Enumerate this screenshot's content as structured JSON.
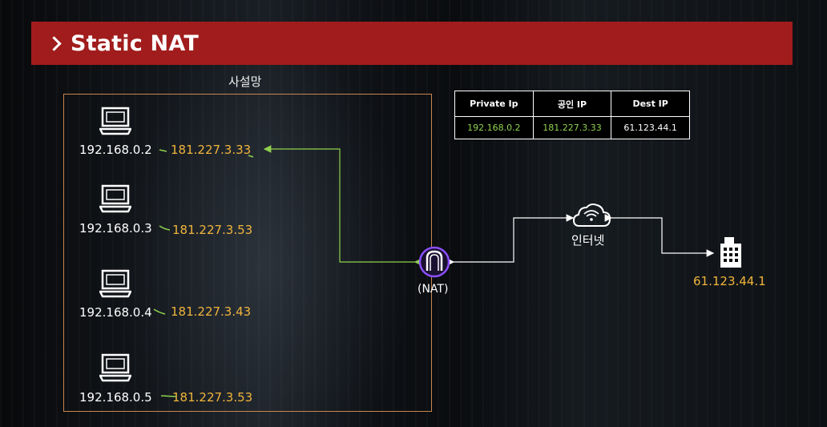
{
  "header": {
    "title": "Static NAT"
  },
  "private_network": {
    "label": "사설망",
    "hosts": [
      {
        "private_ip": "192.168.0.2",
        "public_ip": "181.227.3.33"
      },
      {
        "private_ip": "192.168.0.3",
        "public_ip": "181.227.3.53"
      },
      {
        "private_ip": "192.168.0.4",
        "public_ip": "181.227.3.43"
      },
      {
        "private_ip": "192.168.0.5",
        "public_ip": "181.227.3.53"
      }
    ]
  },
  "router": {
    "label": "(NAT)"
  },
  "internet": {
    "label": "인터넷"
  },
  "destination": {
    "ip": "61.123.44.1"
  },
  "nat_table": {
    "headers": [
      "Private Ip",
      "공인 IP",
      "Dest IP"
    ],
    "row": [
      "192.168.0.2",
      "181.227.3.33",
      "61.123.44.1"
    ]
  },
  "colors": {
    "title_bar": "#a11c1c",
    "box_border": "#c9864e",
    "public_ip": "#f0b43c",
    "green_line": "#8fd14f",
    "nat_icon": "#8c4fff"
  },
  "icons": [
    "chevron-right-icon",
    "laptop-icon",
    "router-icon",
    "cloud-wifi-icon",
    "building-icon"
  ]
}
